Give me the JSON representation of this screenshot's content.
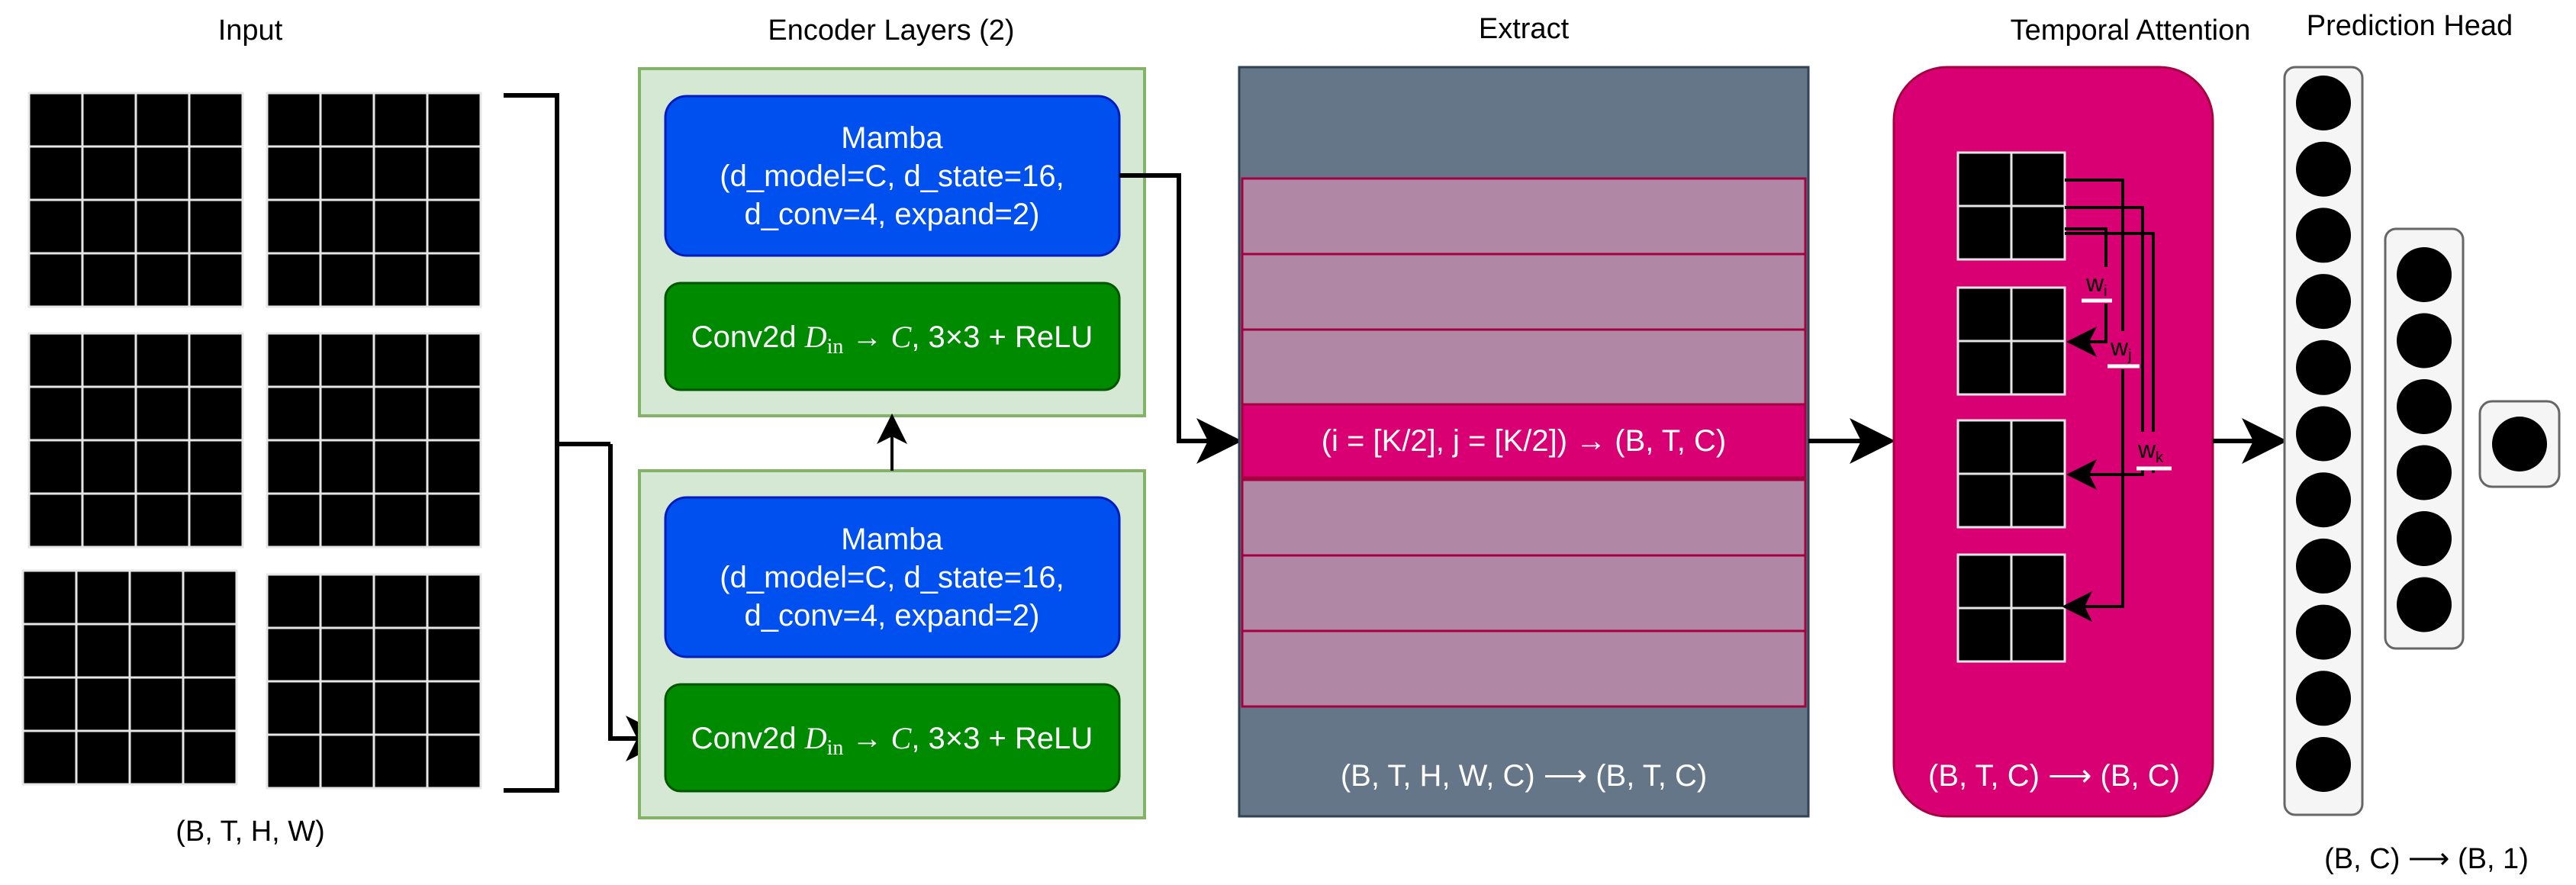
{
  "titles": {
    "input": "Input",
    "encoder": "Encoder Layers (2)",
    "extract": "Extract",
    "temporal": "Temporal Attention",
    "prediction": "Prediction Head"
  },
  "input_shape": "(B, T, H, W)",
  "mamba": {
    "line1": "Mamba",
    "line2": "(d_model=C, d_state=16,",
    "line3": "d_conv=4, expand=2)"
  },
  "conv": {
    "prefix": "Conv2d ",
    "din_base": "D",
    "din_sub": "in",
    "arrow": " → ",
    "c": "C",
    "suffix": ", 3×3 + ReLU"
  },
  "extract": {
    "center_row": "(i = [K/2], j = [K/2]) → (B, T, C)",
    "shape": "(B, T, H, W, C) ⟶ (B, T, C)"
  },
  "temporal": {
    "shape": "(B, T, C) ⟶ (B, C)",
    "weights": [
      {
        "base": "w",
        "sub": "i"
      },
      {
        "base": "w",
        "sub": "j"
      },
      {
        "base": "w",
        "sub": "k"
      }
    ]
  },
  "prediction": {
    "shape": "(B, C) ⟶ (B, 1)",
    "layer_node_counts": [
      11,
      6,
      1
    ]
  },
  "colors": {
    "black": "#000000",
    "grid_line": "#e6e6e6",
    "encoder_bg": "#d5e8d4",
    "encoder_border": "#82b366",
    "mamba_fill": "#0050ef",
    "mamba_border": "#001dbc",
    "conv_fill": "#008a00",
    "conv_border": "#005700",
    "extract_bg": "#647687",
    "extract_border": "#314354",
    "extract_row": "#b088a6",
    "row_border": "#a50040",
    "highlight_row": "#d80073",
    "temporal_fill": "#d80073",
    "temporal_border": "#a50040",
    "panel_fill": "#f5f5f5",
    "panel_border": "#666666"
  }
}
